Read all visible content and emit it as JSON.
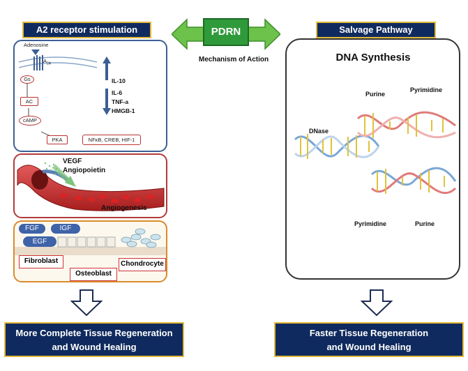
{
  "left": {
    "header": "A2 receptor stimulation",
    "signaling": {
      "adenosine": "Adenosine",
      "receptor": "A",
      "receptor_sub": "2A",
      "gs": "Gs",
      "ac": "AC",
      "camp": "cAMP",
      "pka": "PKA",
      "tf": "NFκB, CREB, HIF-1",
      "up_markers": [
        "IL-10"
      ],
      "down_markers": [
        "IL-6",
        "TNF-a",
        "HMGB-1"
      ]
    },
    "angiogenesis": {
      "factor1": "VEGF",
      "factor2": "Angiopoietin",
      "label": "Angiogenesis"
    },
    "tissue": {
      "pills": [
        "FGF",
        "IGF",
        "EGF"
      ],
      "cells": [
        "Fibroblast",
        "Osteoblast",
        "Chondrocyte"
      ]
    },
    "footer_line1": "More Complete Tissue Regeneration",
    "footer_line2": "and Wound Healing"
  },
  "center": {
    "title": "PDRN",
    "subtitle": "Mechanism of Action"
  },
  "right": {
    "header": "Salvage Pathway",
    "title": "DNA Synthesis",
    "labels": {
      "dnase": "DNase",
      "purine_top": "Purine",
      "pyrimidine_top": "Pyrimidine",
      "pyrimidine_bottom": "Pyrimidine",
      "purine_bottom": "Purine"
    },
    "footer_line1": "Faster Tissue Regeneration",
    "footer_line2": "and Wound Healing"
  },
  "colors": {
    "navy": "#0f2a5e",
    "gold": "#e1b93a",
    "green": "#4caf50",
    "panel_border_blue": "#3b5f93",
    "panel_border_red": "#b23a3a",
    "panel_border_orange": "#d98b2b"
  }
}
